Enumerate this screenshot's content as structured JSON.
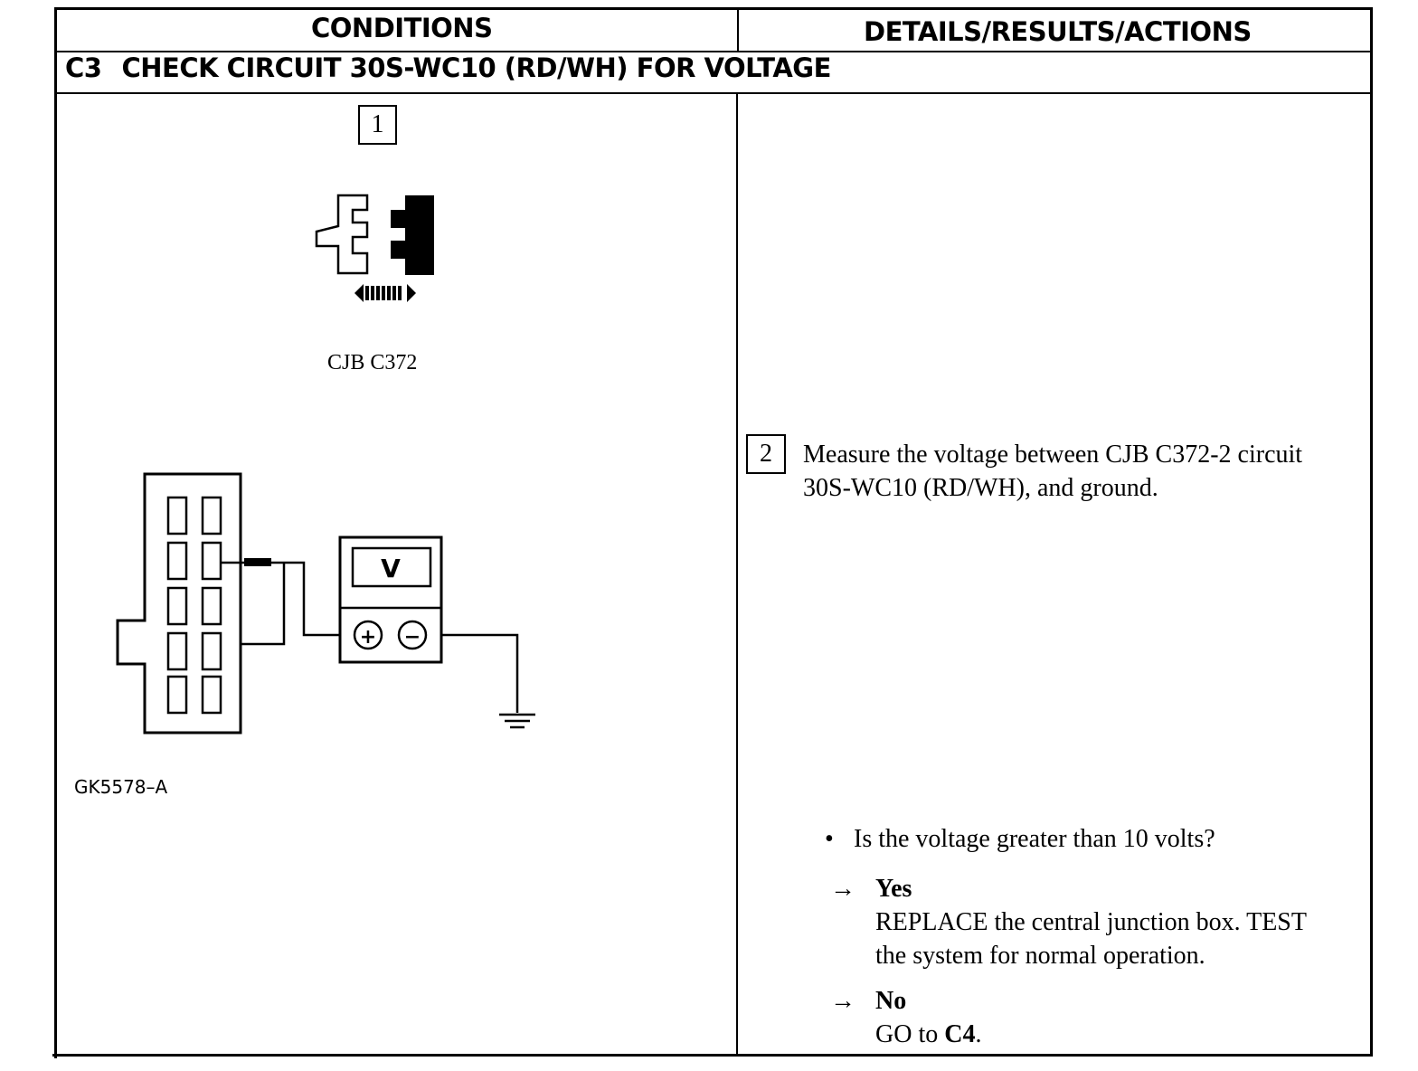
{
  "table": {
    "col_conditions": "CONDITIONS",
    "col_details": "DETAILS/RESULTS/ACTIONS"
  },
  "section": {
    "id": "C3",
    "title": "CHECK CIRCUIT 30S-WC10 (RD/WH) FOR VOLTAGE"
  },
  "steps": [
    {
      "number": "1"
    },
    {
      "number": "2",
      "text_line1": "Measure the voltage between CJB C372-2 circuit",
      "text_line2": "30S-WC10 (RD/WH), and ground."
    }
  ],
  "figure": {
    "connector_label": "CJB C372",
    "meter_symbol": "V",
    "plus_symbol": "+",
    "minus_symbol": "−",
    "figure_id": "GK5578–A"
  },
  "question": {
    "bullet": "•",
    "text": "Is the voltage greater than 10 volts?"
  },
  "responses": [
    {
      "arrow": "→",
      "label": "Yes",
      "action_line1": "REPLACE the central junction box. TEST",
      "action_line2": "the system for normal operation."
    },
    {
      "arrow": "→",
      "label": "No",
      "action_prefix": "GO to ",
      "action_target": "C4",
      "action_suffix": "."
    }
  ],
  "icons": {
    "connector_disconnect": "connector-disconnect-icon",
    "ground": "ground-icon",
    "voltmeter": "voltmeter-icon"
  }
}
